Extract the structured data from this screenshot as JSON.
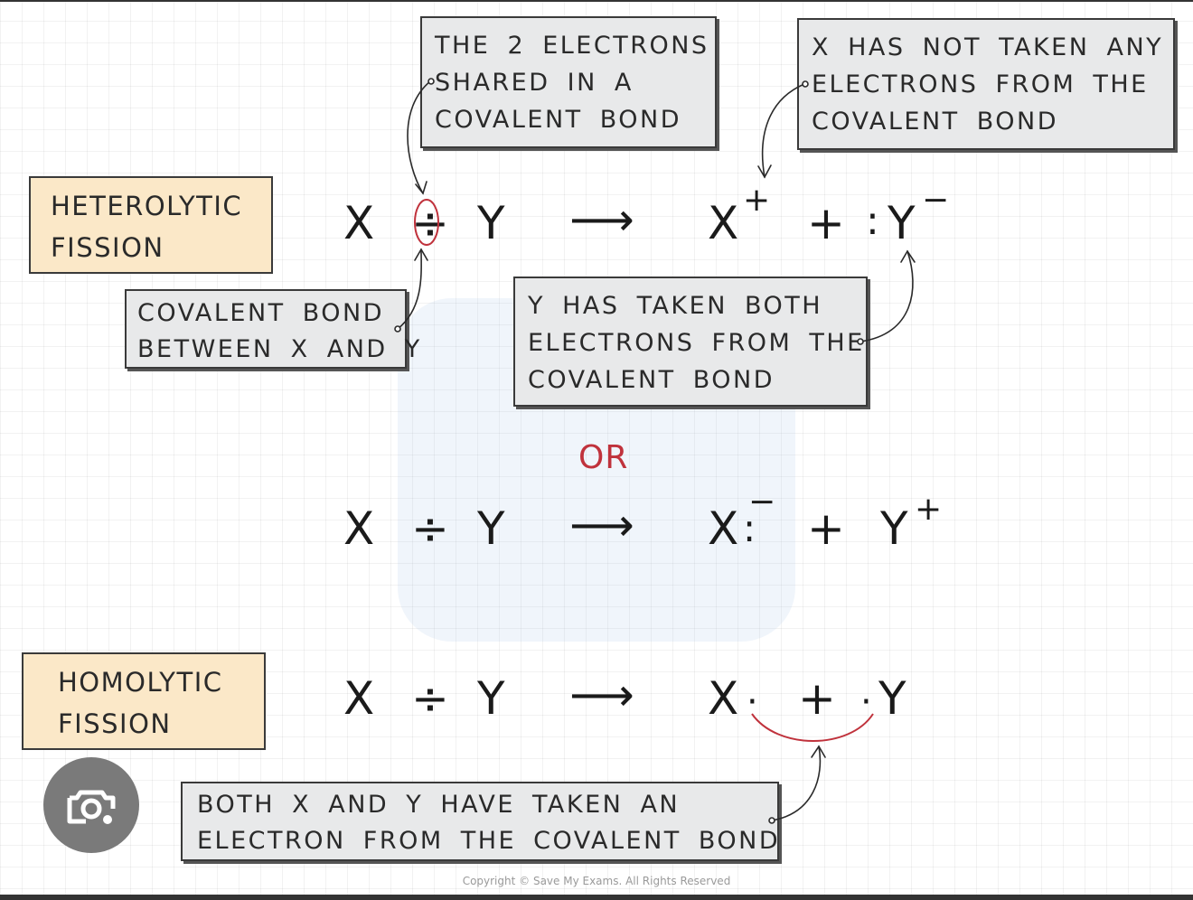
{
  "boxes": {
    "shared_electrons": [
      "THE 2 ELECTRONS",
      "SHARED IN A",
      "COVALENT BOND"
    ],
    "x_not_taken": [
      "X HAS NOT TAKEN ANY",
      "ELECTRONS FROM THE",
      "COVALENT BOND"
    ],
    "covalent_bond": [
      "COVALENT BOND",
      "BETWEEN X AND Y"
    ],
    "y_taken": [
      "Y HAS TAKEN BOTH",
      "ELECTRONS FROM THE",
      "COVALENT BOND"
    ],
    "both_taken": [
      "BOTH X AND Y HAVE TAKEN AN",
      "ELECTRON FROM THE COVALENT BOND"
    ]
  },
  "labels": {
    "heterolytic": [
      "HETEROLYTIC",
      "FISSION"
    ],
    "homolytic": [
      "HOMOLYTIC",
      "FISSION"
    ]
  },
  "equations": {
    "x": "X",
    "y": "Y",
    "bond": "÷",
    "arrow": "⟶",
    "plus": "+",
    "plus_charge": "+",
    "minus_charge": "−",
    "pair": ":",
    "dot": "·"
  },
  "or_text": "OR",
  "copyright": "Copyright © Save My Exams. All Rights Reserved",
  "colors": {
    "accent_red": "#c0323c",
    "label_fill": "#fbe8c8",
    "box_fill": "#e8e9ea"
  },
  "icons": {
    "lens": "camera-search-icon"
  }
}
